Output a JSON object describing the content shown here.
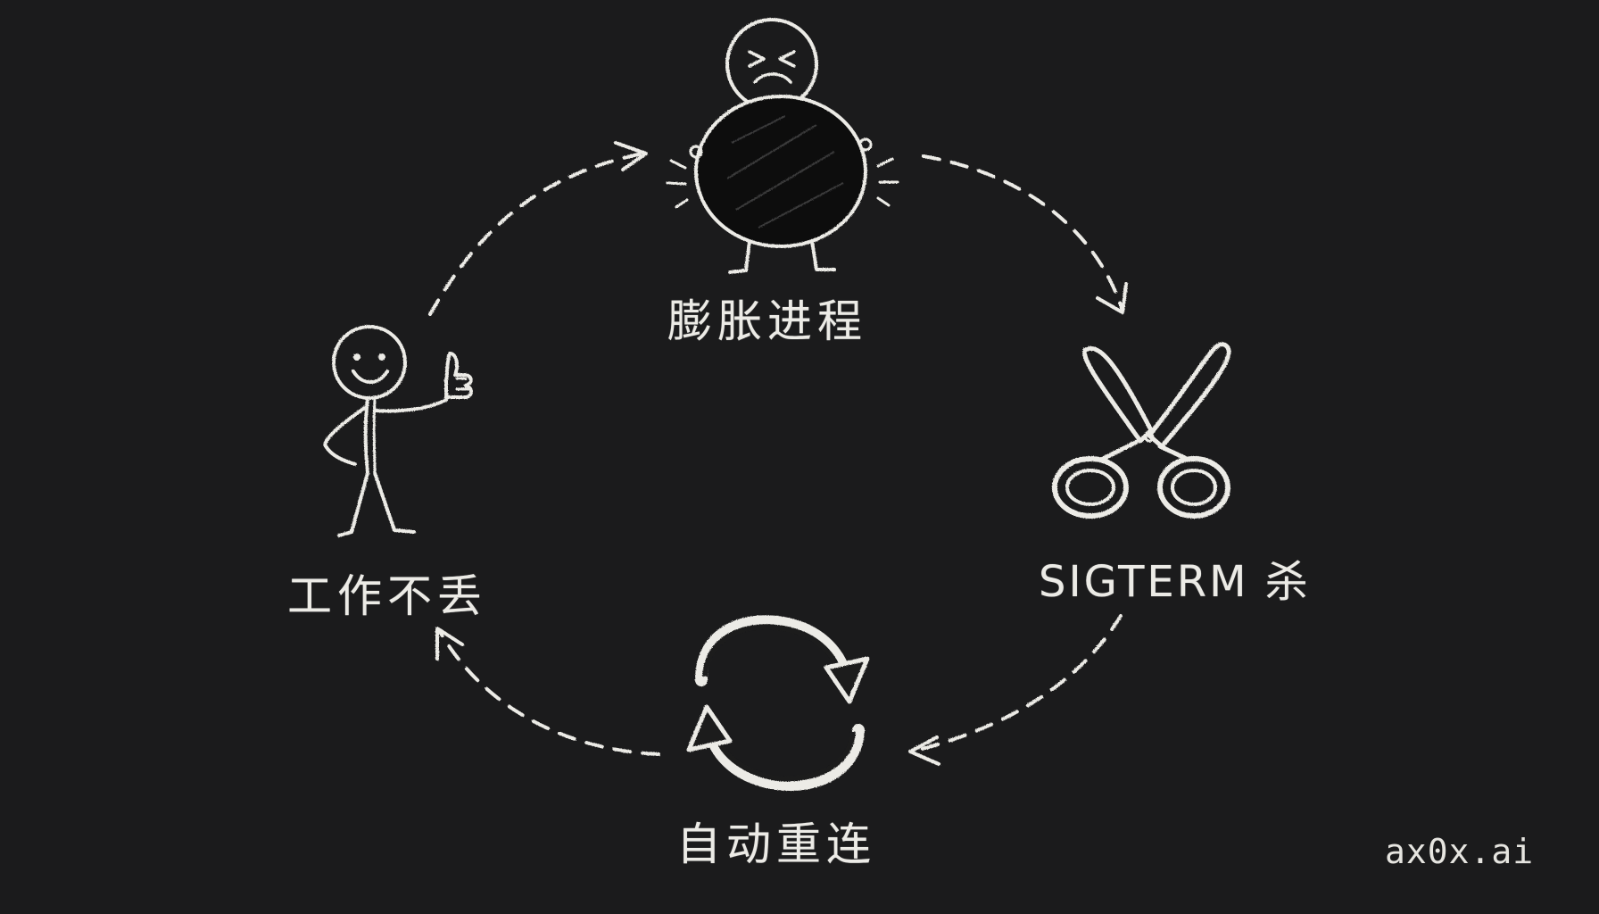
{
  "nodes": {
    "bloated_process": {
      "label": "膨胀进程",
      "icon": "bloated-figure-icon"
    },
    "sigterm_kill": {
      "label": "SIGTERM 杀",
      "icon": "scissors-icon"
    },
    "auto_reconnect": {
      "label": "自动重连",
      "icon": "refresh-cycle-icon"
    },
    "work_preserved": {
      "label": "工作不丢",
      "icon": "thumbs-up-stick-figure-icon"
    }
  },
  "brand": {
    "text": "ax0x.ai"
  },
  "colors": {
    "background": "#1b1b1c",
    "chalk": "#ecebe6"
  }
}
